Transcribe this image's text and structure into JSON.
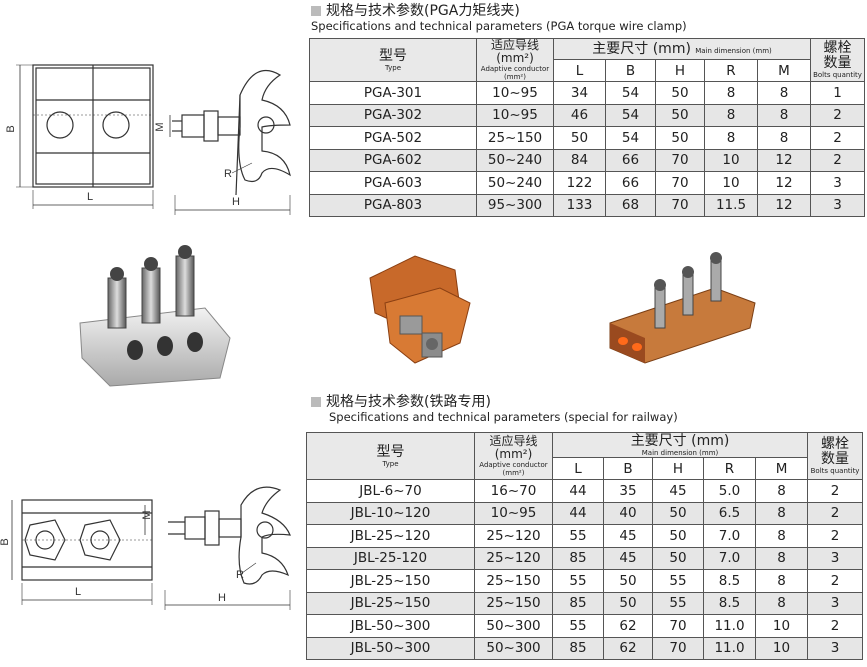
{
  "section1": {
    "title_cn": "规格与技术参数(PGA力矩线夹)",
    "title_en": "Specifications and technical parameters (PGA torque wire clamp)"
  },
  "section2": {
    "title_cn": "规格与技术参数(铁路专用)",
    "title_en": "Specifications and technical parameters (special for railway)"
  },
  "table_header": {
    "model_cn": "型号",
    "model_en": "Type",
    "conductor_cn": "适应导线",
    "conductor_unit": "(mm²)",
    "conductor_en": "Adaptive conductor",
    "conductor_en_unit": "(mm²)",
    "dimension_cn": "主要尺寸 (mm)",
    "dimension_en": "Main dimension (mm)",
    "bolts_cn": "螺栓",
    "bolts_cn2": "数量",
    "bolts_en": "Bolts quantity",
    "cols": [
      "L",
      "B",
      "H",
      "R",
      "M"
    ]
  },
  "table1_rows": [
    [
      "PGA-301",
      "10~95",
      "34",
      "54",
      "50",
      "8",
      "8",
      "1"
    ],
    [
      "PGA-302",
      "10~95",
      "46",
      "54",
      "50",
      "8",
      "8",
      "2"
    ],
    [
      "PGA-502",
      "25~150",
      "50",
      "54",
      "50",
      "8",
      "8",
      "2"
    ],
    [
      "PGA-602",
      "50~240",
      "84",
      "66",
      "70",
      "10",
      "12",
      "2"
    ],
    [
      "PGA-603",
      "50~240",
      "122",
      "66",
      "70",
      "10",
      "12",
      "3"
    ],
    [
      "PGA-803",
      "95~300",
      "133",
      "68",
      "70",
      "11.5",
      "12",
      "3"
    ]
  ],
  "table2_rows": [
    [
      "JBL-6~70",
      "16~70",
      "44",
      "35",
      "45",
      "5.0",
      "8",
      "2"
    ],
    [
      "JBL-10~120",
      "10~95",
      "44",
      "40",
      "50",
      "6.5",
      "8",
      "2"
    ],
    [
      "JBL-25~120",
      "25~120",
      "55",
      "45",
      "50",
      "7.0",
      "8",
      "2"
    ],
    [
      "JBL-25-120",
      "25~120",
      "85",
      "45",
      "50",
      "7.0",
      "8",
      "3"
    ],
    [
      "JBL-25~150",
      "25~150",
      "55",
      "50",
      "55",
      "8.5",
      "8",
      "2"
    ],
    [
      "JBL-25~150",
      "25~150",
      "85",
      "50",
      "55",
      "8.5",
      "8",
      "3"
    ],
    [
      "JBL-50~300",
      "50~300",
      "55",
      "62",
      "70",
      "11.0",
      "10",
      "2"
    ],
    [
      "JBL-50~300",
      "50~300",
      "85",
      "62",
      "70",
      "11.0",
      "10",
      "3"
    ]
  ],
  "drawing_labels": {
    "b": "B",
    "l": "L",
    "m": "M",
    "r": "R",
    "h": "H"
  }
}
